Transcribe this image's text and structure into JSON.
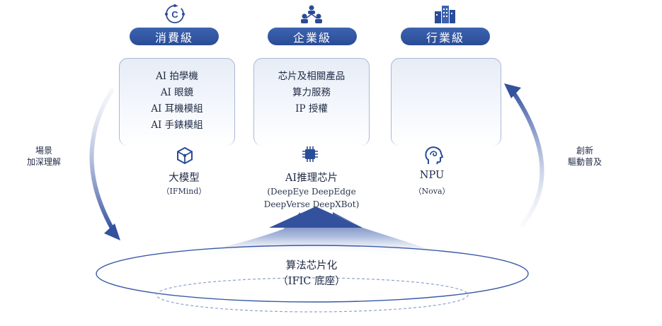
{
  "tiers": [
    {
      "title": "消費級",
      "icon": "consumer-c-icon",
      "items": [
        "AI 拍學機",
        "AI 眼鏡",
        "AI 耳機模組",
        "AI 手錶模組"
      ],
      "product_icon": "cube-model-icon",
      "product_title": "大模型",
      "product_sub": "（IFMind）"
    },
    {
      "title": "企業級",
      "icon": "people-network-icon",
      "items": [
        "芯片及相關產品",
        "算力服務",
        "IP 授權"
      ],
      "product_icon": "chip-icon",
      "product_title": "AI推理芯片",
      "product_sub_line1": "(DeepEye DeepEdge",
      "product_sub_line2": "DeepVerse DeepXBot)"
    },
    {
      "title": "行業級",
      "icon": "buildings-icon",
      "items": [],
      "product_icon": "brain-head-icon",
      "product_title": "NPU",
      "product_sub": "（Nova）"
    }
  ],
  "left_cycle": {
    "line1": "場景",
    "line2": "加深理解"
  },
  "right_cycle": {
    "line1": "創新",
    "line2": "驅動普及"
  },
  "base": {
    "line1": "算法芯片化",
    "line2": "（IFIC 底座）"
  },
  "colors": {
    "primary": "#2a4c97",
    "light": "#e7ecf6",
    "arrow": "#3a5aa6"
  }
}
